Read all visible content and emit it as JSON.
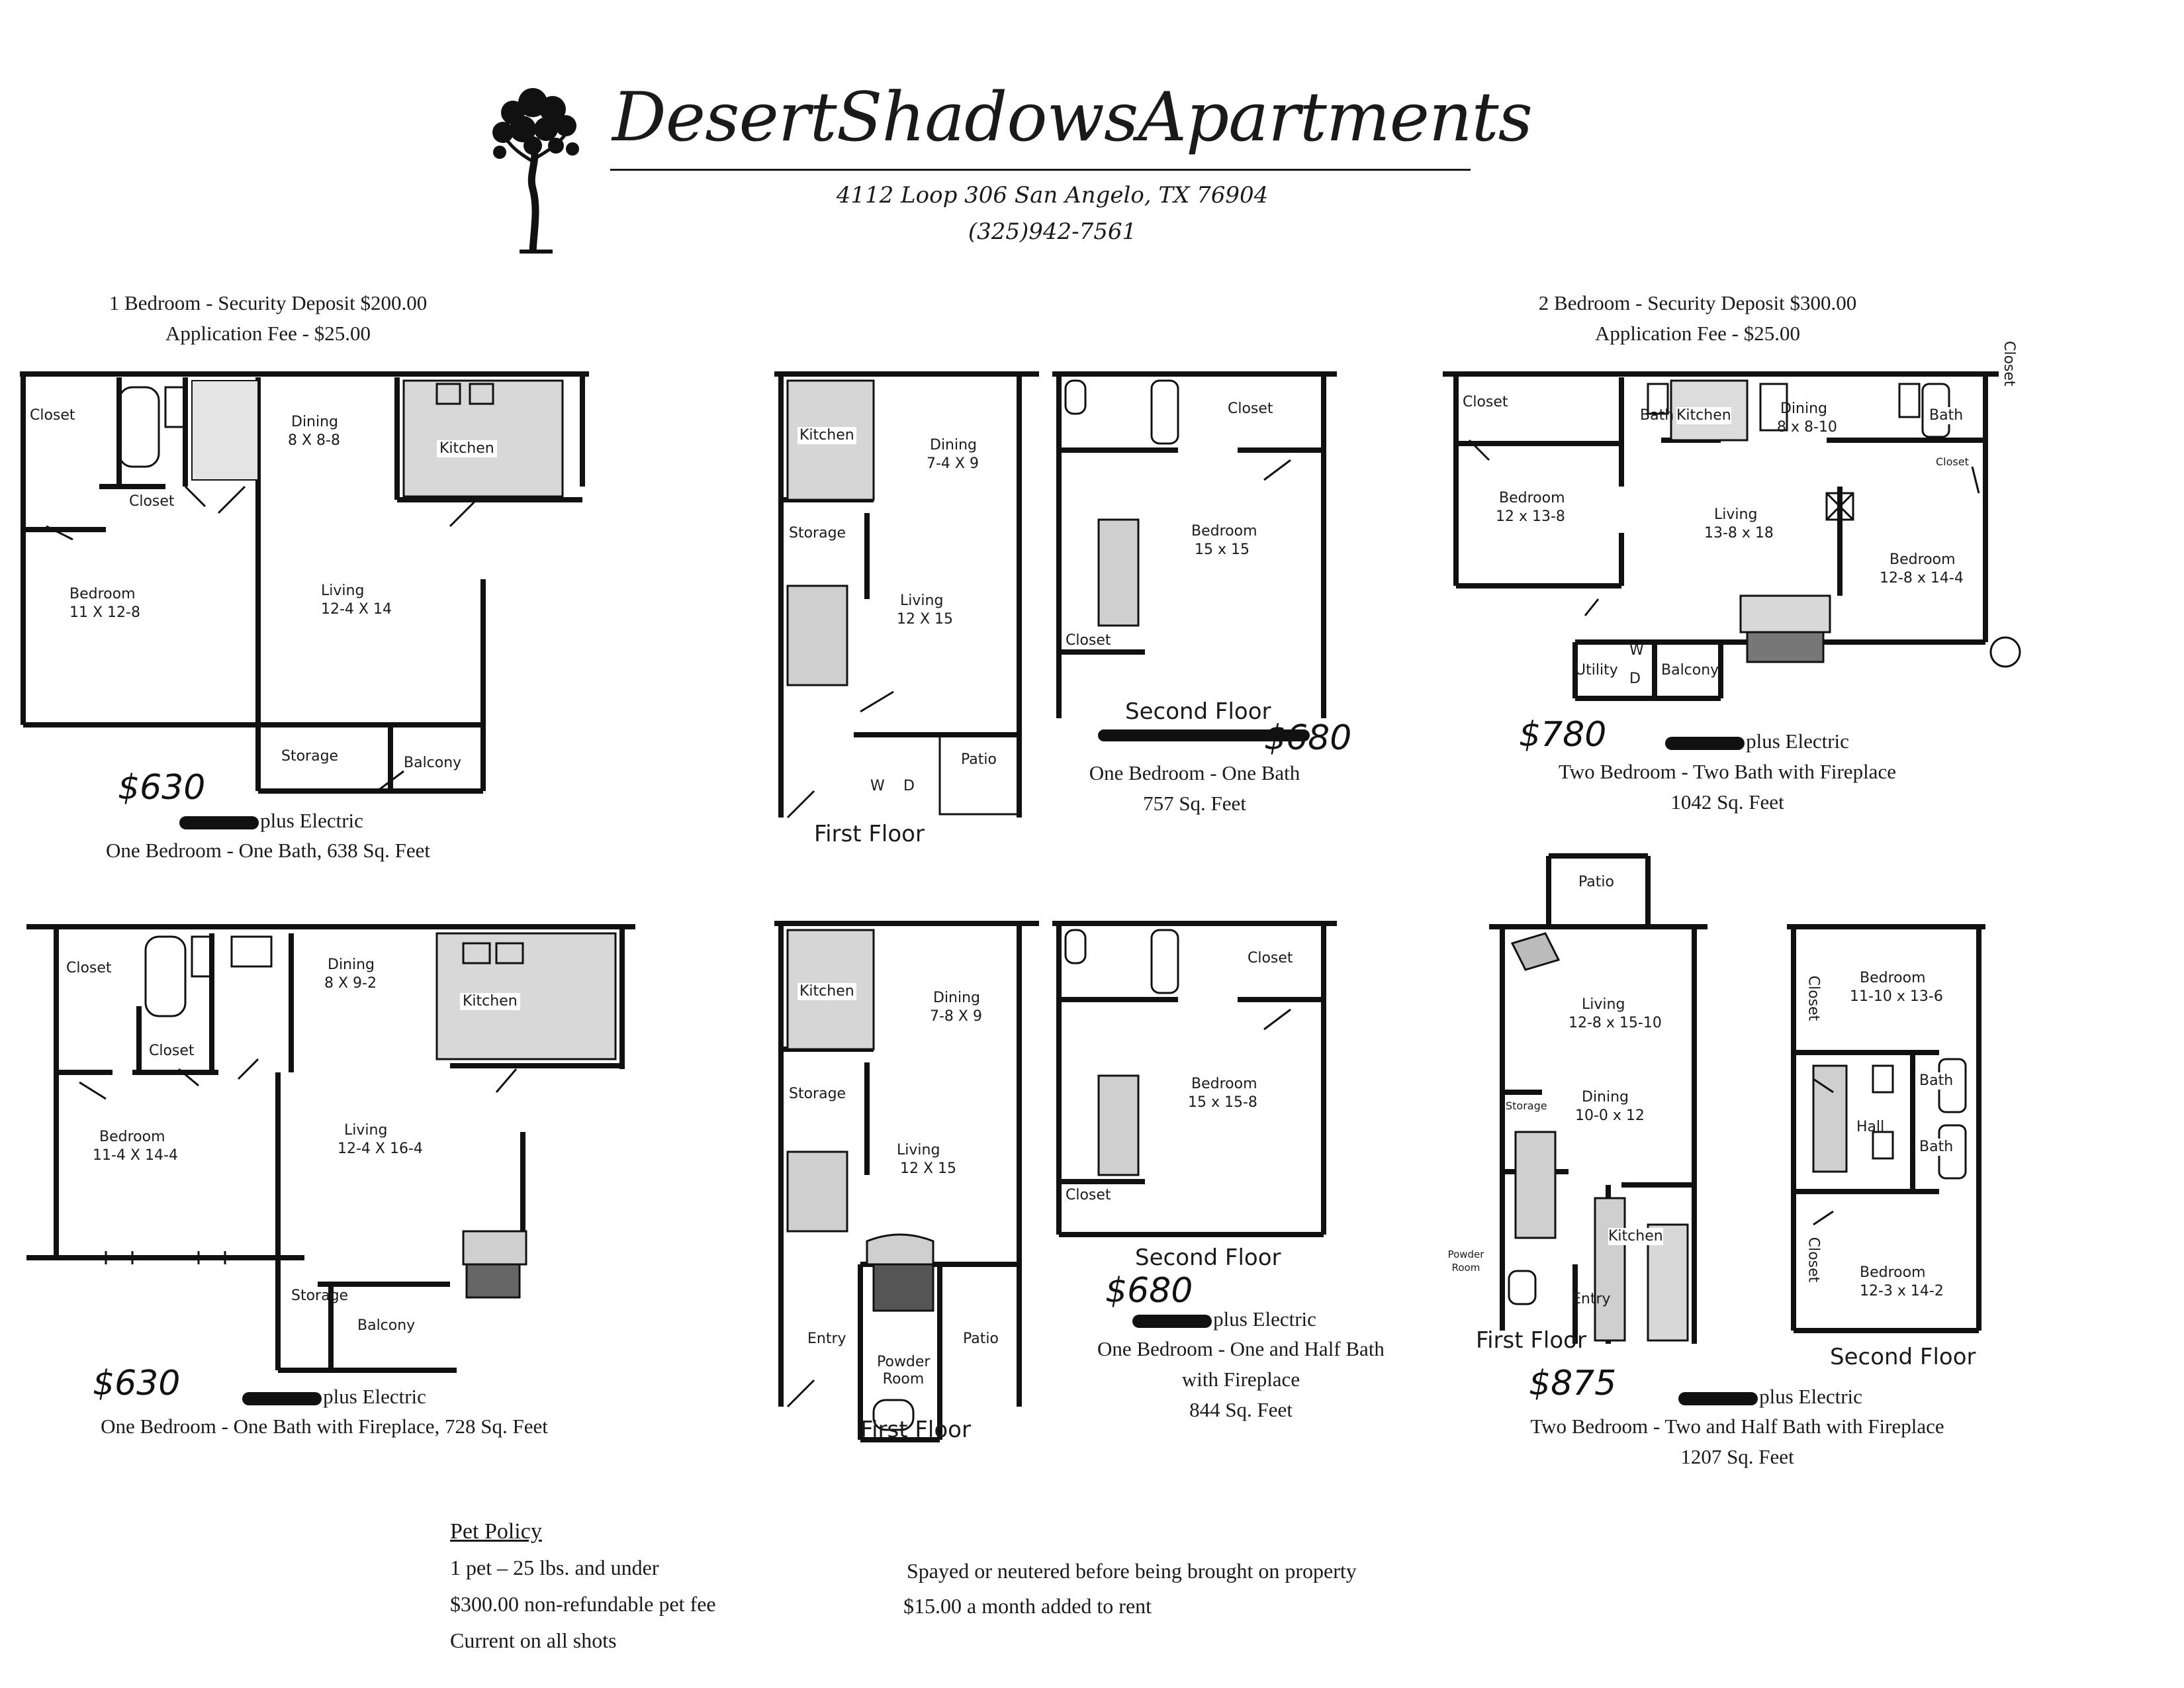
{
  "header": {
    "title": "DesertShadowsApartments",
    "address": "4112 Loop 306 San Angelo, TX 76904",
    "phone": "(325)942-7561"
  },
  "one_bedroom_info": {
    "deposit": "1 Bedroom - Security Deposit $200.00",
    "app_fee": "Application Fee - $25.00"
  },
  "two_bedroom_info": {
    "deposit": "2 Bedroom - Security Deposit $300.00",
    "app_fee": "Application Fee - $25.00"
  },
  "plans": {
    "p1": {
      "price": "$630",
      "electric": "plus Electric",
      "desc": "One Bedroom - One Bath, 638 Sq. Feet",
      "rooms": {
        "closet1": "Closet",
        "closet2": "Closet",
        "dining": "Dining",
        "dining_size": "8 X 8-8",
        "kitchen": "Kitchen",
        "bedroom": "Bedroom",
        "bedroom_size": "11 X 12-8",
        "living": "Living",
        "living_size": "12-4 X 14",
        "storage": "Storage",
        "balcony": "Balcony"
      }
    },
    "p2": {
      "price": "$680",
      "desc1": "One Bedroom - One Bath",
      "desc2": "757 Sq. Feet",
      "floor1": "First Floor",
      "floor2": "Second Floor",
      "rooms": {
        "kitchen": "Kitchen",
        "dining": "Dining",
        "dining_size": "7-4 X 9",
        "storage": "Storage",
        "living": "Living",
        "living_size": "12 X 15",
        "patio": "Patio",
        "w": "W",
        "d": "D",
        "closet_top": "Closet",
        "bedroom": "Bedroom",
        "bedroom_size": "15 x 15",
        "closet_bottom": "Closet"
      }
    },
    "p3": {
      "price": "$780",
      "electric": "plus Electric",
      "desc1": "Two Bedroom - Two Bath with Fireplace",
      "desc2": "1042 Sq. Feet",
      "rooms": {
        "closet_l": "Closet",
        "bath_l": "Bath",
        "kitchen": "Kitchen",
        "dining": "Dining",
        "dining_size": "8 x 8-10",
        "bath_r": "Bath",
        "closet_r": "Closet",
        "closet_small": "Closet",
        "bedroom_l": "Bedroom",
        "bedroom_l_size": "12 x 13-8",
        "living": "Living",
        "living_size": "13-8 x 18",
        "bedroom_r": "Bedroom",
        "bedroom_r_size": "12-8 x 14-4",
        "utility": "Utility",
        "w": "W",
        "d": "D",
        "balcony": "Balcony"
      }
    },
    "p4": {
      "price": "$630",
      "electric": "plus Electric",
      "desc": "One Bedroom - One Bath with Fireplace, 728 Sq. Feet",
      "rooms": {
        "closet1": "Closet",
        "closet2": "Closet",
        "dining": "Dining",
        "dining_size": "8 X 9-2",
        "kitchen": "Kitchen",
        "bedroom": "Bedroom",
        "bedroom_size": "11-4 X 14-4",
        "living": "Living",
        "living_size": "12-4 X 16-4",
        "storage": "Storage",
        "balcony": "Balcony"
      }
    },
    "p5": {
      "price": "$680",
      "electric": "plus Electric",
      "desc1": "One Bedroom - One and Half Bath",
      "desc2": "with Fireplace",
      "desc3": "844 Sq. Feet",
      "floor1": "First Floor",
      "floor2": "Second Floor",
      "rooms": {
        "kitchen": "Kitchen",
        "dining": "Dining",
        "dining_size": "7-8 X 9",
        "storage": "Storage",
        "living": "Living",
        "living_size": "12 X 15",
        "entry": "Entry",
        "patio": "Patio",
        "powder": "Powder Room",
        "closet_top": "Closet",
        "bedroom": "Bedroom",
        "bedroom_size": "15 x 15-8",
        "closet_bottom": "Closet"
      }
    },
    "p6": {
      "price": "$875",
      "electric": "plus Electric",
      "desc1": "Two Bedroom - Two and Half Bath with Fireplace",
      "desc2": "1207 Sq. Feet",
      "floor1": "First Floor",
      "floor2": "Second Floor",
      "rooms": {
        "patio": "Patio",
        "living": "Living",
        "living_size": "12-8 x 15-10",
        "storage": "Storage",
        "dining": "Dining",
        "dining_size": "10-0 x 12",
        "powder": "Powder Room",
        "kitchen": "Kitchen",
        "entry": "Entry",
        "bedroom1": "Bedroom",
        "bedroom1_size": "11-10 x 13-6",
        "closet1": "Closet",
        "bath1": "Bath",
        "hall": "Hall",
        "bath2": "Bath",
        "closet2": "Closet",
        "bedroom2": "Bedroom",
        "bedroom2_size": "12-3 x 14-2"
      }
    }
  },
  "pet_policy": {
    "heading": "Pet Policy",
    "left": [
      "1 pet – 25 lbs. and under",
      "$300.00 non-refundable pet fee",
      "Current on all shots"
    ],
    "right": [
      "Spayed or neutered before being brought on property",
      "$15.00 a month added to rent"
    ]
  }
}
